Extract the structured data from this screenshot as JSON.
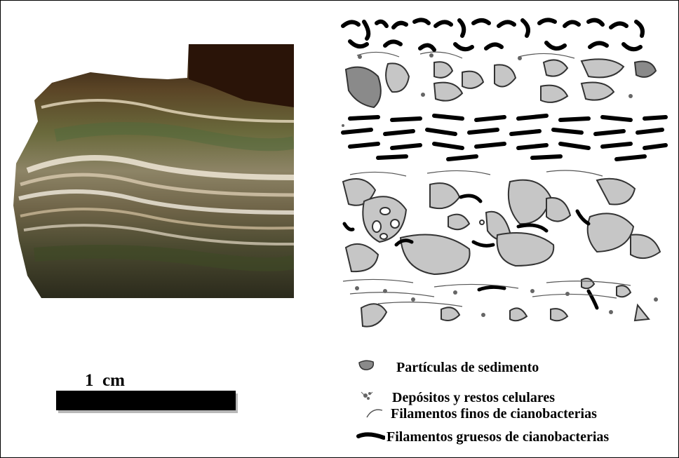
{
  "scale": {
    "label": "1  cm"
  },
  "legend": {
    "items": [
      {
        "icon": "sediment-particle-icon",
        "label": "Partículas de sedimento"
      },
      {
        "icon": "cell-deposit-icon",
        "label": "Depósitos y restos celulares"
      },
      {
        "icon": "thin-filament-icon",
        "label": "Filamentos finos de cianobacterias"
      },
      {
        "icon": "thick-filament-icon",
        "label": "Filamentos gruesos de cianobacterias"
      }
    ]
  },
  "colors": {
    "particle_fill": "#c6c6c6",
    "particle_dark_fill": "#8a8a8a",
    "outline": "#3a3a3a",
    "thick_filament": "#000000",
    "thin_filament": "#555555"
  }
}
